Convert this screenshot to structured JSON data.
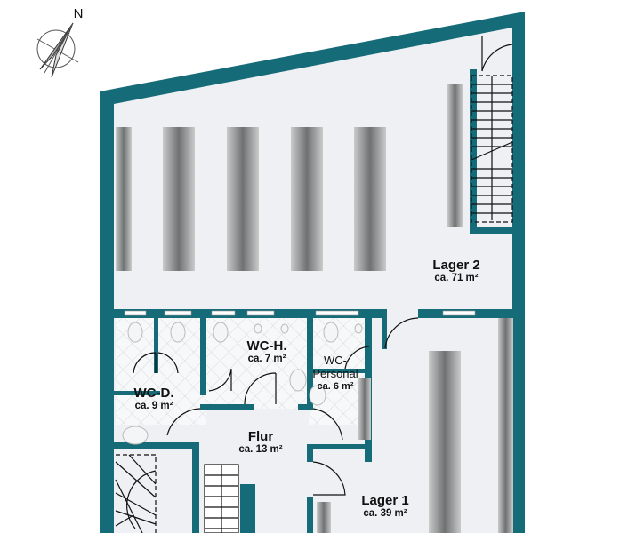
{
  "compass": {
    "label": "N"
  },
  "colors": {
    "wall": "#156b78",
    "floor": "#eef0f3",
    "shelf": "#8a8c8c"
  },
  "rooms": [
    {
      "name": "Lager 2",
      "area": "ca. 71 m²"
    },
    {
      "name": "WC-H.",
      "area": "ca. 7 m²"
    },
    {
      "name": "WC-\nPersonal",
      "area": "ca. 6 m²"
    },
    {
      "name": "WC-D.",
      "area": "ca. 9 m²"
    },
    {
      "name": "Flur",
      "area": "ca. 13 m²"
    },
    {
      "name": "Lager 1",
      "area": "ca. 39 m²"
    }
  ]
}
